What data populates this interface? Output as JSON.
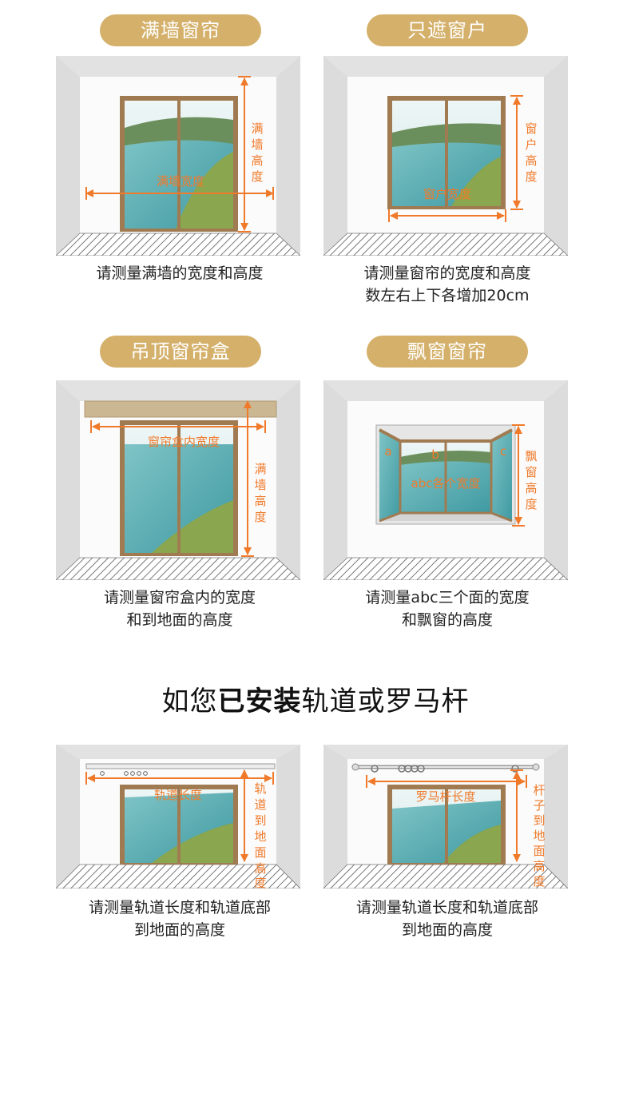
{
  "colors": {
    "pill": "#d4b06a",
    "measure": "#f07a2a",
    "frame": "#a07b52",
    "wall": "#f4f4f4",
    "sky": "#d9ecec",
    "sea": "#5fb0b4",
    "grass": "#8aa64e"
  },
  "cards": [
    {
      "title": "满墙窗帘",
      "width_label": "满墙宽度",
      "height_label": [
        "满",
        "墙",
        "高",
        "度"
      ],
      "caption": [
        "请测量满墙的宽度和高度"
      ]
    },
    {
      "title": "只遮窗户",
      "width_label": "窗户宽度",
      "height_label": [
        "窗",
        "户",
        "高",
        "度"
      ],
      "caption": [
        "请测量窗帘的宽度和高度",
        "数左右上下各增加20cm"
      ]
    },
    {
      "title": "吊顶窗帘盒",
      "width_label": "窗帘盒内宽度",
      "height_label": [
        "满",
        "墙",
        "高",
        "度"
      ],
      "caption": [
        "请测量窗帘盒内的宽度",
        "和到地面的高度"
      ]
    },
    {
      "title": "飘窗窗帘",
      "width_label": "abc各个宽度",
      "side_labels": [
        "a",
        "b",
        "c"
      ],
      "height_label": [
        "飘",
        "窗",
        "高",
        "度"
      ],
      "caption": [
        "请测量abc三个面的宽度",
        "和飘窗的高度"
      ]
    }
  ],
  "section": {
    "prefix": "如您",
    "bold": "已安装",
    "suffix": "轨道或罗马杆"
  },
  "installed": [
    {
      "width_label": "轨道长度",
      "height_label": [
        "轨",
        "道",
        "到",
        "地",
        "面",
        "高",
        "度"
      ],
      "caption": [
        "请测量轨道长度和轨道底部",
        "到地面的高度"
      ]
    },
    {
      "width_label": "罗马杆长度",
      "height_label": [
        "杆",
        "子",
        "到",
        "地",
        "面",
        "高",
        "度"
      ],
      "caption": [
        "请测量轨道长度和轨道底部",
        "到地面的高度"
      ]
    }
  ]
}
